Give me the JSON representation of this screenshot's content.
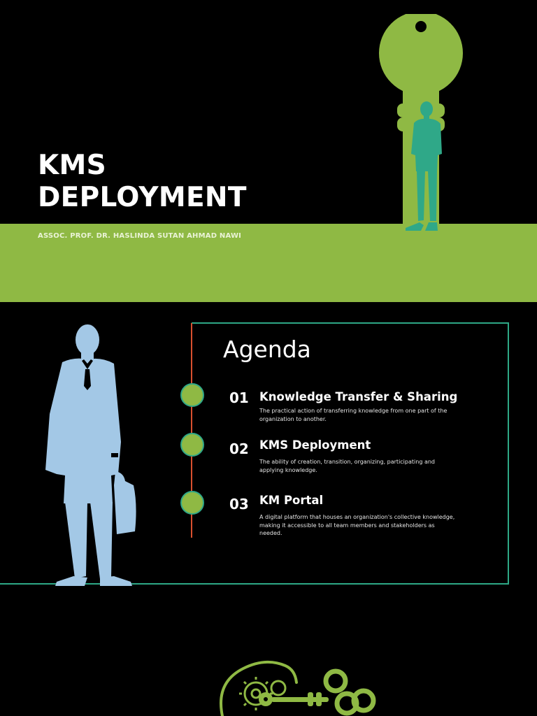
{
  "cover": {
    "title_line1": "KMS",
    "title_line2": "DEPLOYMENT",
    "author": "ASSOC. PROF. DR. HASLINDA SUTAN AHMAD NAWI"
  },
  "agenda": {
    "title": "Agenda",
    "items": [
      {
        "number": "01",
        "title": "Knowledge Transfer & Sharing",
        "description": "The practical action of transferring knowledge from one part of the organization to another."
      },
      {
        "number": "02",
        "title": "KMS Deployment",
        "description": "The ability of creation, transition, organizing, participating and applying knowledge."
      },
      {
        "number": "03",
        "title": "KM Portal",
        "description": "A digital platform that houses an organization's collective knowledge, making it accessible to all team members and stakeholders as needed."
      }
    ]
  },
  "colors": {
    "background": "#000000",
    "accent_green": "#8fb944",
    "teal": "#2fa888",
    "light_blue": "#a3c8e6",
    "timeline_red": "#d9502e",
    "frame_line": "#2ea886"
  },
  "icons": [
    "key-person-icon",
    "businessman-silhouette-icon",
    "head-gear-key-icon"
  ]
}
